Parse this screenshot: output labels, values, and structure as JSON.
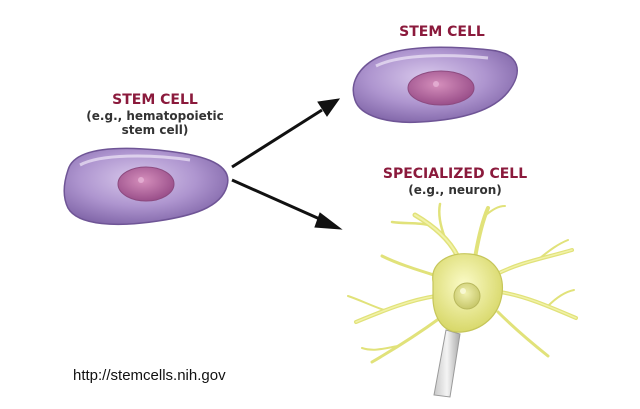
{
  "left_cell": {
    "title": "STEM CELL",
    "subtitle_line1": "(e.g., hematopoietic",
    "subtitle_line2": "stem cell)"
  },
  "top_right_cell": {
    "title": "STEM CELL"
  },
  "bottom_right_cell": {
    "title": "SPECIALIZED CELL",
    "subtitle": "(e.g., neuron)"
  },
  "source_url": "http://stemcells.nih.gov",
  "colors": {
    "title_text": "#8b1a3c",
    "cell_body": "#a98fc8",
    "cell_nucleus": "#b56aa0",
    "neuron": "#ecee8f",
    "arrow": "#111111"
  }
}
